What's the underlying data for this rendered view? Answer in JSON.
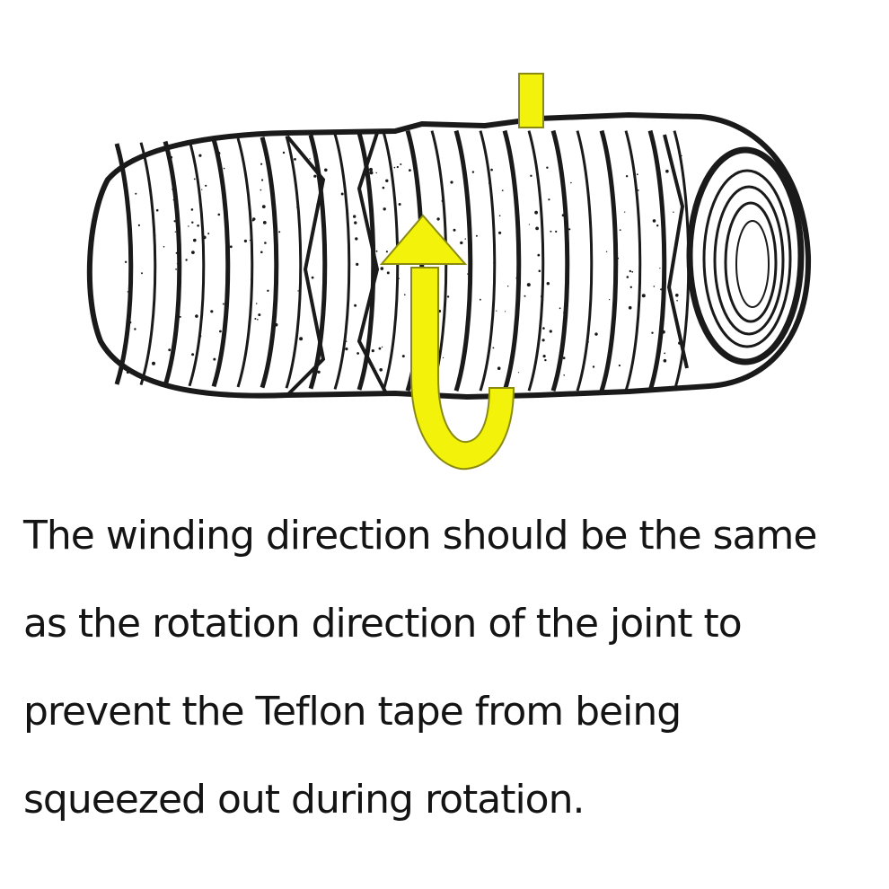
{
  "illustration": {
    "subject": "threaded pipe fitting with tape winding arrow",
    "arrow_color": "#F2F20A",
    "arrow_outline": "#8A8A10",
    "sketch_color": "#1A1A1A"
  },
  "caption": {
    "lines": [
      "The winding direction should be the same",
      "as the rotation direction of the joint to",
      "prevent the Teflon tape from being",
      "squeezed out during rotation."
    ]
  }
}
